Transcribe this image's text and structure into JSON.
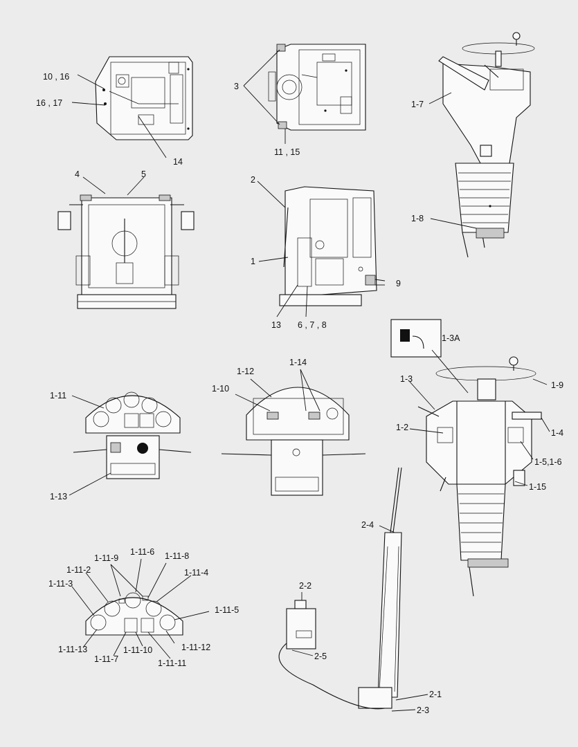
{
  "callouts": [
    {
      "id": "c-10-16",
      "text": "10 , 16"
    },
    {
      "id": "c-16-17",
      "text": "16 , 17"
    },
    {
      "id": "c-14",
      "text": "14"
    },
    {
      "id": "c-3",
      "text": "3"
    },
    {
      "id": "c-11-15",
      "text": "11 , 15"
    },
    {
      "id": "c-1-7",
      "text": "1-7"
    },
    {
      "id": "c-4",
      "text": "4"
    },
    {
      "id": "c-5",
      "text": "5"
    },
    {
      "id": "c-2",
      "text": "2"
    },
    {
      "id": "c-1",
      "text": "1"
    },
    {
      "id": "c-9",
      "text": "9"
    },
    {
      "id": "c-13",
      "text": "13"
    },
    {
      "id": "c-6-7-8",
      "text": "6 , 7 , 8"
    },
    {
      "id": "c-1-8",
      "text": "1-8"
    },
    {
      "id": "c-1-3a",
      "text": "1-3A"
    },
    {
      "id": "c-1-11",
      "text": "1-11"
    },
    {
      "id": "c-1-12",
      "text": "1-12"
    },
    {
      "id": "c-1-14",
      "text": "1-14"
    },
    {
      "id": "c-1-10",
      "text": "1-10"
    },
    {
      "id": "c-1-13",
      "text": "1-13"
    },
    {
      "id": "c-1-3",
      "text": "1-3"
    },
    {
      "id": "c-1-9",
      "text": "1-9"
    },
    {
      "id": "c-1-2",
      "text": "1-2"
    },
    {
      "id": "c-1-4",
      "text": "1-4"
    },
    {
      "id": "c-1-5-1-6",
      "text": "1-5,1-6"
    },
    {
      "id": "c-1-15",
      "text": "1-15"
    },
    {
      "id": "c-2-4",
      "text": "2-4"
    },
    {
      "id": "c-1-11-9",
      "text": "1-11-9"
    },
    {
      "id": "c-1-11-6",
      "text": "1-11-6"
    },
    {
      "id": "c-1-11-8",
      "text": "1-11-8"
    },
    {
      "id": "c-1-11-2",
      "text": "1-11-2"
    },
    {
      "id": "c-1-11-4",
      "text": "1-11-4"
    },
    {
      "id": "c-1-11-3",
      "text": "1-11-3"
    },
    {
      "id": "c-1-11-5",
      "text": "1-11-5"
    },
    {
      "id": "c-2-2",
      "text": "2-2"
    },
    {
      "id": "c-1-11-13",
      "text": "1-11-13"
    },
    {
      "id": "c-1-11-10",
      "text": "1-11-10"
    },
    {
      "id": "c-1-11-12",
      "text": "1-11-12"
    },
    {
      "id": "c-1-11-7",
      "text": "1-11-7"
    },
    {
      "id": "c-1-11-11",
      "text": "1-11-11"
    },
    {
      "id": "c-2-5",
      "text": "2-5"
    },
    {
      "id": "c-2-1",
      "text": "2-1"
    },
    {
      "id": "c-2-3",
      "text": "2-3"
    }
  ],
  "colors": {
    "background": "#ececec",
    "line": "#111111"
  }
}
